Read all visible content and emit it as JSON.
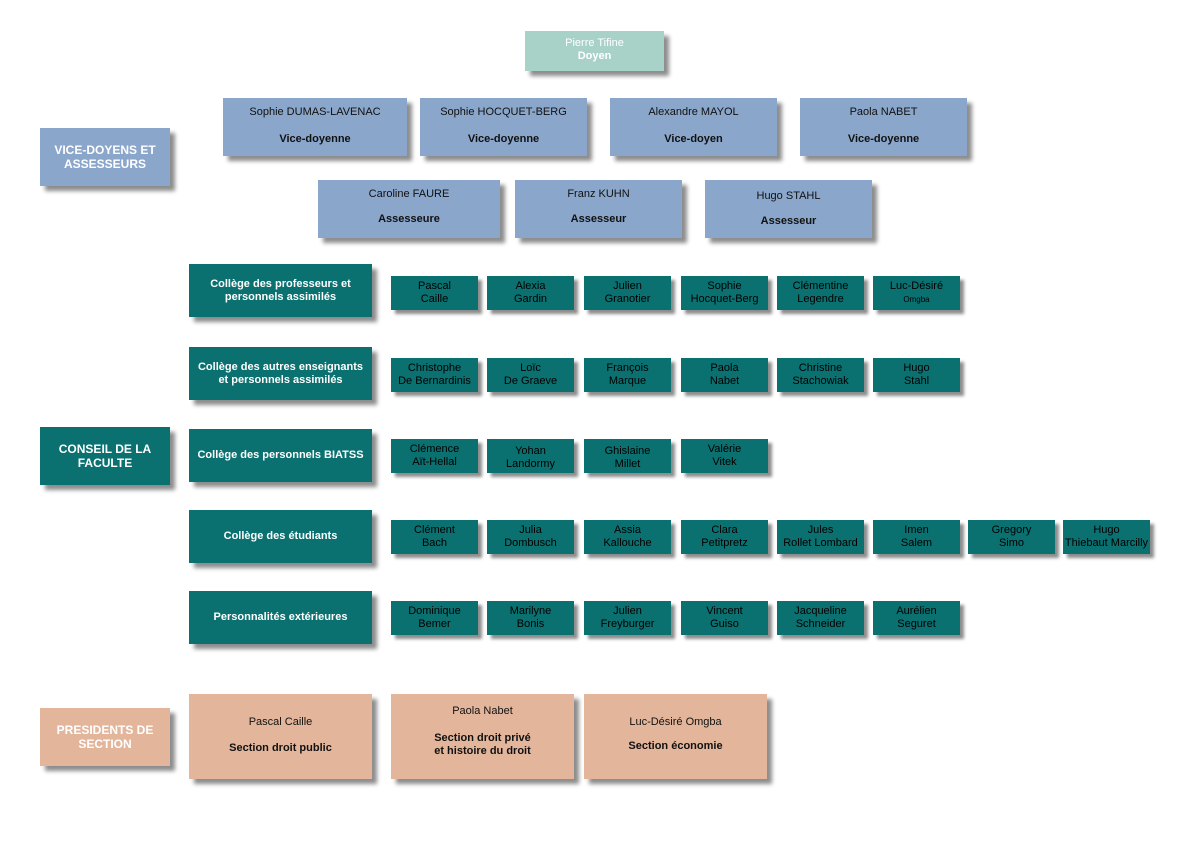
{
  "dean": {
    "name": "Pierre Tifine",
    "title": "Doyen"
  },
  "sections": {
    "vice": "VICE-DOYENS ET ASSESSEURS",
    "council": "CONSEIL DE LA FACULTE",
    "presidents": "PRESIDENTS DE SECTION"
  },
  "vice_doyens": [
    {
      "name": "Sophie DUMAS-LAVENAC",
      "title": "Vice-doyenne"
    },
    {
      "name": "Sophie HOCQUET-BERG",
      "title": "Vice-doyenne"
    },
    {
      "name": "Alexandre MAYOL",
      "title": "Vice-doyen"
    },
    {
      "name": "Paola NABET",
      "title": "Vice-doyenne"
    }
  ],
  "assesseurs": [
    {
      "name": "Caroline FAURE",
      "title": "Assesseure"
    },
    {
      "name": "Franz KUHN",
      "title": "Assesseur"
    },
    {
      "name": "Hugo STAHL",
      "title": "Assesseur"
    }
  ],
  "colleges": [
    {
      "label": "Collège des professeurs et personnels assimilés",
      "members": [
        {
          "first": "Pascal",
          "last": "Caille"
        },
        {
          "first": "Alexia",
          "last": "Gardin"
        },
        {
          "first": "Julien",
          "last": "Granotier"
        },
        {
          "first": "Sophie",
          "last": "Hocquet-Berg"
        },
        {
          "first": "Clémentine",
          "last": "Legendre"
        },
        {
          "first": "Luc-Désiré",
          "last": "Omgba"
        }
      ]
    },
    {
      "label": "Collège des autres enseignants et personnels assimilés",
      "members": [
        {
          "first": "Christophe",
          "last": "De Bernardinis"
        },
        {
          "first": "Loïc",
          "last": "De Graeve"
        },
        {
          "first": "François",
          "last": "Marque"
        },
        {
          "first": "Paola",
          "last": "Nabet"
        },
        {
          "first": "Christine",
          "last": "Stachowiak"
        },
        {
          "first": "Hugo",
          "last": "Stahl"
        }
      ]
    },
    {
      "label": "Collège des personnels BIATSS",
      "members": [
        {
          "first": "Clémence",
          "last": "Aït-Hellal"
        },
        {
          "first": "Yohan",
          "last": "Landormy"
        },
        {
          "first": "Ghislaine",
          "last": "Millet"
        },
        {
          "first": "Valérie",
          "last": "Vitek"
        }
      ]
    },
    {
      "label": "Collège des étudiants",
      "members": [
        {
          "first": "Clément",
          "last": "Bach"
        },
        {
          "first": "Julia",
          "last": "Dombusch"
        },
        {
          "first": "Assia",
          "last": "Kallouche"
        },
        {
          "first": "Clara",
          "last": "Petitpretz"
        },
        {
          "first": "Jules",
          "last": "Rollet Lombard"
        },
        {
          "first": "Imen",
          "last": "Salem"
        },
        {
          "first": "Gregory",
          "last": "Simo"
        },
        {
          "first": "Hugo",
          "last": "Thiebaut Marcilly"
        }
      ]
    },
    {
      "label": "Personnalités extérieures",
      "members": [
        {
          "first": "Dominique",
          "last": "Bemer"
        },
        {
          "first": "Marilyne",
          "last": "Bonis"
        },
        {
          "first": "Julien",
          "last": "Freyburger"
        },
        {
          "first": "Vincent",
          "last": "Guiso"
        },
        {
          "first": "Jacqueline",
          "last": "Schneider"
        },
        {
          "first": "Aurélien",
          "last": "Seguret"
        }
      ]
    }
  ],
  "presidents": [
    {
      "name": "Pascal Caille",
      "section": "Section droit public"
    },
    {
      "name": "Paola Nabet",
      "section": "Section droit privé et histoire du droit"
    },
    {
      "name": "Luc-Désiré Omgba",
      "section": "Section économie"
    }
  ]
}
